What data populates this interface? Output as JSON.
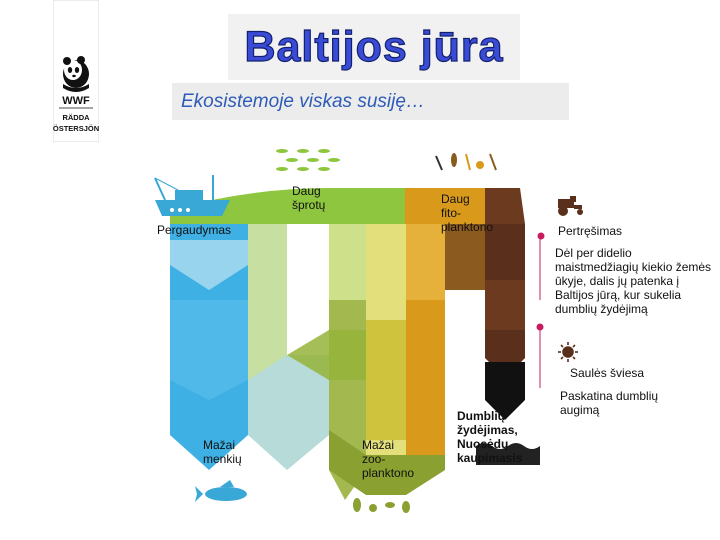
{
  "header": {
    "title": "Baltijos jūra",
    "subtitle": "Ekosistemoje viskas susiję…"
  },
  "logo": {
    "brand": "WWF",
    "caption_line1": "RÄDDA",
    "caption_line2": "ÖSTERSJÖN"
  },
  "labels": {
    "daug_sprotu": "Daug šprotų",
    "daug_fito": "Daug fito-planktono",
    "pergaudymas": "Pergaudymas",
    "pertresimas": "Pertręšimas",
    "pertresimas_desc": "Dėl per didelio maistmedžiagių kiekio žemės ūkyje, dalis jų patenka į Baltijos jūrą, kur sukelia dumblių žydėjimą",
    "saules_sviesa": "Saulės šviesa",
    "saules_desc": "Paskatina dumblių augimą",
    "mazai_menkiu": "Mažai menkių",
    "mazai_zoo": "Mažai zoo-planktono",
    "dumbliu": "Dumblių žydėjimas, Nuosėdų kaupimasis"
  },
  "icons": [
    "panda-logo-icon",
    "fishing-boat-icon",
    "sprat-school-icon",
    "phytoplankton-icon",
    "tractor-icon",
    "sun-icon",
    "cod-icon",
    "zooplankton-icon",
    "sediment-icon"
  ],
  "colors": {
    "title": "#3a4bd6",
    "subtitle": "#2d5bb8",
    "boat": "#39a8d6",
    "green_band": "#8ec63f",
    "orange_band": "#d99a1b",
    "brown_band": "#5a2f1c",
    "blue_column": "#3fb0e3",
    "light_green_column": "#c7dfa0",
    "olive_column": "#9aae45",
    "accent_dot": "#c71c60"
  }
}
